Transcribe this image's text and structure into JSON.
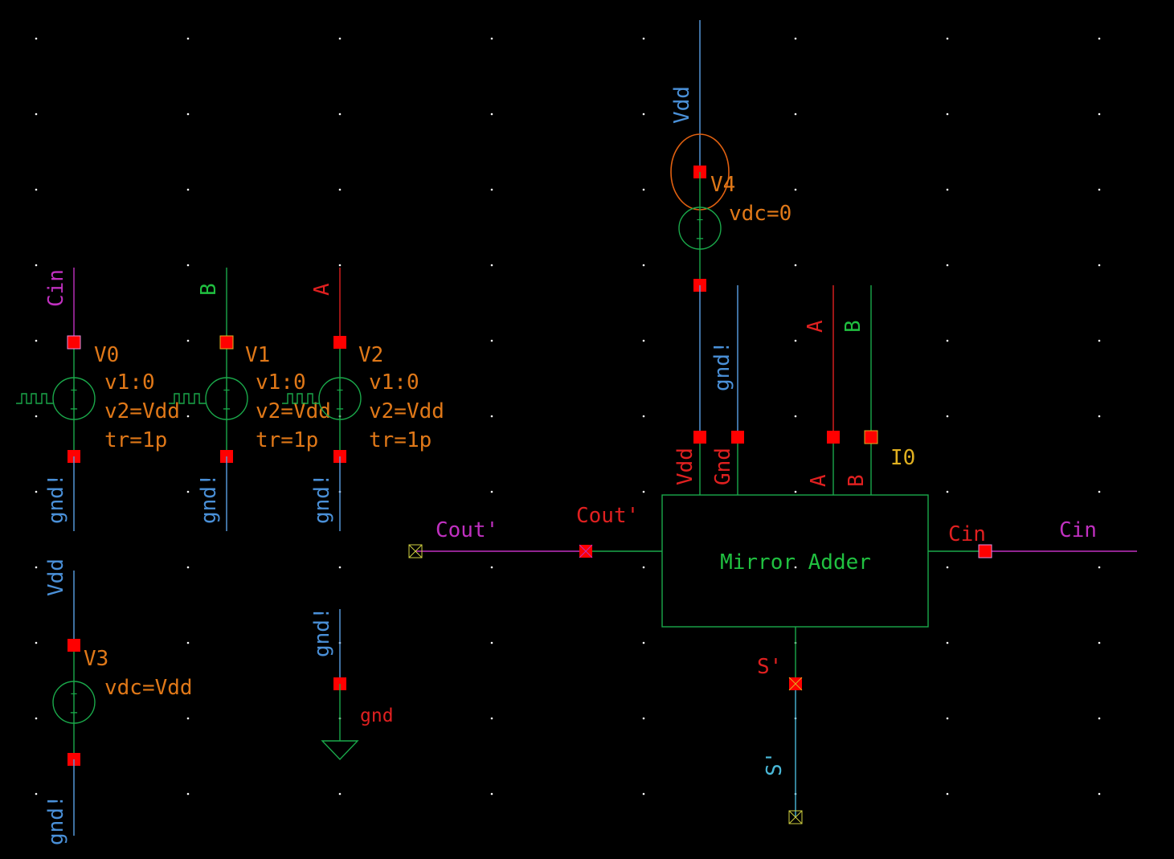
{
  "colors": {
    "background": "#000000",
    "wire_cyan": "#5aa0e6",
    "wire_green": "#1aa84a",
    "wire_magenta": "#c030c0",
    "wire_red": "#e02020",
    "text_orange": "#e07818",
    "text_red": "#e02020",
    "text_green": "#20c040",
    "text_cyan": "#4ab8d8",
    "text_yellow": "#e0b020",
    "pin": "#ff0000",
    "highlight": "#e06010"
  },
  "sources": {
    "v0": {
      "name": "V0",
      "net": "Cin",
      "gnd": "gnd!",
      "p1": "v1:0",
      "p2": "v2=Vdd",
      "p3": "tr=1p"
    },
    "v1": {
      "name": "V1",
      "net": "B",
      "gnd": "gnd!",
      "p1": "v1:0",
      "p2": "v2=Vdd",
      "p3": "tr=1p"
    },
    "v2": {
      "name": "V2",
      "net": "A",
      "gnd": "gnd!",
      "p1": "v1:0",
      "p2": "v2=Vdd",
      "p3": "tr=1p"
    },
    "v3": {
      "name": "V3",
      "net": "Vdd",
      "gnd": "gnd!",
      "p1": "vdc=Vdd"
    },
    "v4": {
      "name": "V4",
      "net": "Vdd",
      "p1": "vdc=0"
    }
  },
  "ground": {
    "net": "gnd!",
    "label": "gnd"
  },
  "instance": {
    "name": "I0",
    "title": "Mirror Adder",
    "pins": {
      "vdd": "Vdd",
      "gnd": "Gnd",
      "a": "A",
      "b": "B",
      "cout": "Cout'",
      "cin": "Cin",
      "s": "S'"
    },
    "nets": {
      "gnd": "gnd!",
      "a": "A",
      "b": "B",
      "cin": "Cin",
      "cout": "Cout'",
      "s": "S'"
    }
  }
}
